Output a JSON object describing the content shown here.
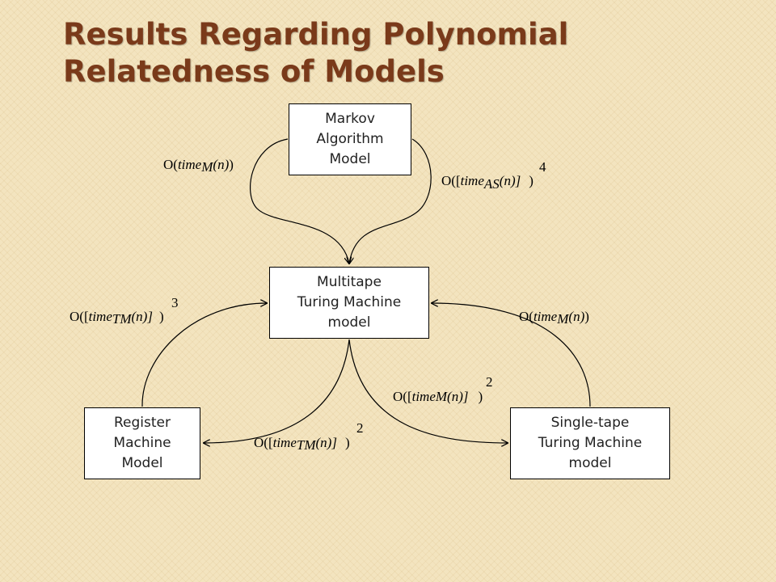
{
  "title": {
    "line1": "Results Regarding Polynomial",
    "line2": "Relatedness of Models"
  },
  "nodes": {
    "markov": [
      "Markov",
      "Algorithm",
      "Model"
    ],
    "multitape": [
      "Multitape",
      "Turing Machine",
      "model"
    ],
    "register": [
      "Register",
      "Machine",
      "Model"
    ],
    "single": [
      "Single-tape",
      "Turing Machine",
      "model"
    ]
  },
  "edges": {
    "markov_to_multitape": {
      "prefix": "O(",
      "fn": "time",
      "sub": "M",
      "arg": "(n)",
      "suffix": ")"
    },
    "multitape_to_markov": {
      "prefix": "O([",
      "fn": "time",
      "sub": "AS",
      "arg": "(n)]",
      "exp": "4",
      "suffix": ")"
    },
    "register_to_multitape": {
      "prefix": "O([",
      "fn": "time",
      "sub": "TM",
      "arg": "(n)]",
      "exp": "3",
      "suffix": ")"
    },
    "single_to_multitape": {
      "prefix": "O(",
      "fn": "time",
      "sub": "M",
      "arg": "(n)",
      "suffix": ")"
    },
    "multitape_to_single": {
      "prefix": "O([",
      "fn": "timeM",
      "arg": "(n)]",
      "exp": "2",
      "suffix": ")"
    },
    "multitape_to_register": {
      "prefix": "O([",
      "fn": "time",
      "sub": "TM",
      "arg": "(n)]",
      "exp": "2",
      "suffix": ")"
    }
  }
}
